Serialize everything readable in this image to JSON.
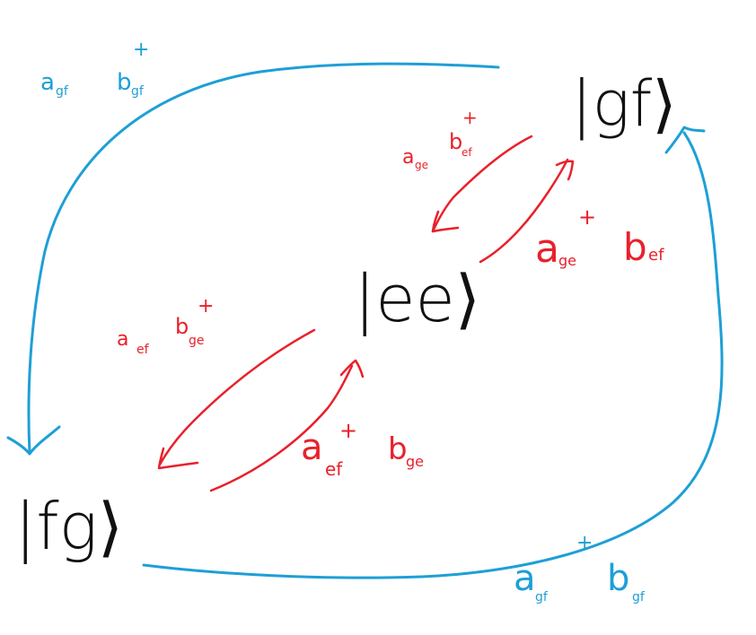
{
  "colors": {
    "blue": "#1e9fd6",
    "red": "#e8212b",
    "black": "#111111",
    "background": "#ffffff"
  },
  "states": {
    "gf": {
      "label": "|gf⟩"
    },
    "ee": {
      "label": "|ee⟩"
    },
    "fg": {
      "label": "|fg⟩"
    }
  },
  "transitions": {
    "gf_to_fg": {
      "from": "gf",
      "to": "fg",
      "color": "blue",
      "label": {
        "a": "a",
        "a_sub": "gf",
        "b": "b",
        "b_sub": "gf",
        "dagger": "+"
      }
    },
    "fg_to_gf": {
      "from": "fg",
      "to": "gf",
      "color": "blue",
      "label": {
        "a": "a",
        "a_sub": "gf",
        "b": "b",
        "b_sub": "gf",
        "dagger": "+"
      }
    },
    "gf_to_ee": {
      "from": "gf",
      "to": "ee",
      "color": "red",
      "label": {
        "a": "a",
        "a_sub": "ge",
        "b": "b",
        "b_sub": "ef",
        "dagger": "+"
      }
    },
    "ee_to_gf": {
      "from": "ee",
      "to": "gf",
      "color": "red",
      "label": {
        "a": "a",
        "a_sub": "ge",
        "b": "b",
        "b_sub": "ef",
        "dagger": "+"
      }
    },
    "ee_to_fg": {
      "from": "ee",
      "to": "fg",
      "color": "red",
      "label": {
        "a": "a",
        "a_sub": "ef",
        "b": "b",
        "b_sub": "ge",
        "dagger": "+"
      }
    },
    "fg_to_ee": {
      "from": "fg",
      "to": "ee",
      "color": "red",
      "label": {
        "a": "a",
        "a_sub": "ef",
        "b": "b",
        "b_sub": "ge",
        "dagger": "+"
      }
    }
  }
}
